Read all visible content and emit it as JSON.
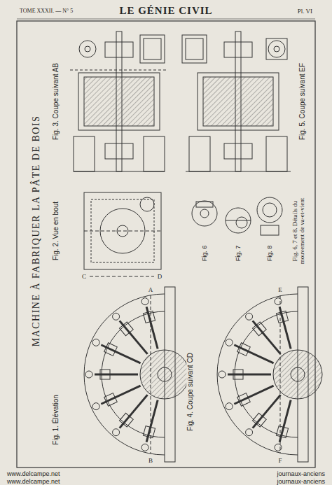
{
  "diagram": {
    "title": "LE GÉNIE CIVIL",
    "labels": [
      "TOME XXXII. — N° 5",
      "Pl. VI",
      "MACHINE À FABRIQUER LA PÂTE DE BOIS",
      "Fig. 1. Élévation",
      "Fig. 2. Vue en bout",
      "Fig. 3. Coupe suivant AB",
      "Fig. 4. Coupe suivant CD",
      "Fig. 5. Coupe suivant EF",
      "Fig. 6",
      "Fig. 7",
      "Fig. 8",
      "Fig. 6, 7 et 8. Détails du mouvement de va-et-vient",
      "A",
      "B",
      "C",
      "D",
      "E",
      "F",
      "www.delcampe.net",
      "www.delcampe.net",
      "journaux-anciens",
      "journaux-anciens"
    ]
  }
}
